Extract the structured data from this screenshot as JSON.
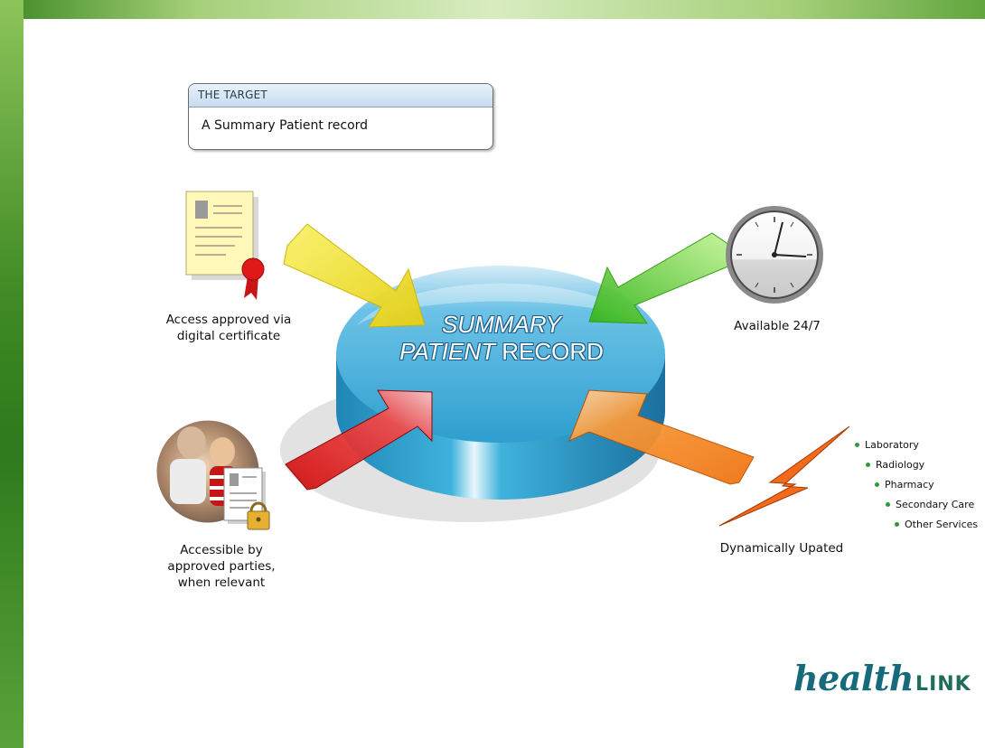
{
  "target": {
    "header": "THE TARGET",
    "body": "A Summary Patient record"
  },
  "center": {
    "line1": "SUMMARY",
    "line2_italic": "PATIENT",
    "line2_rest": "RECORD"
  },
  "labels": {
    "certificate": [
      "Access approved via",
      "digital certificate"
    ],
    "available": "Available 24/7",
    "accessible": [
      "Accessible by",
      "approved parties,",
      "when relevant"
    ],
    "dynamic": "Dynamically Upated"
  },
  "services": [
    "Laboratory",
    "Radiology",
    "Pharmacy",
    "Secondary Care",
    "Other Services"
  ],
  "logo": {
    "word": "health",
    "link": "LINK"
  },
  "colors": {
    "disc_top": "#2e9fcf",
    "disc_side": "#1a7fb0",
    "arrow_yellow": "#f5ea2a",
    "arrow_green": "#4fcc2a",
    "arrow_red": "#e21b1b",
    "arrow_orange": "#f57f16",
    "lightning": "#f26a1b",
    "bullet": "#2f9a3a",
    "logo": "#176a7a"
  }
}
